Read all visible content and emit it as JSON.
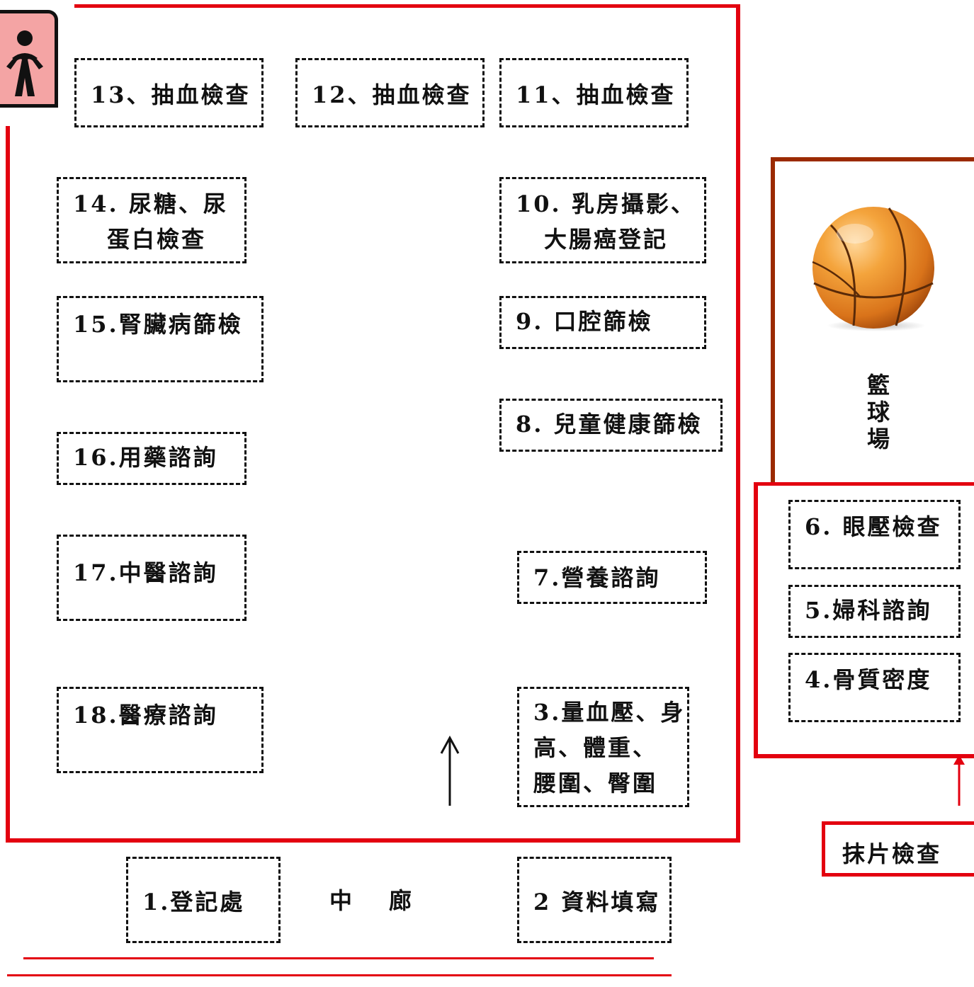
{
  "colors": {
    "wall": "#e3000f",
    "court_wall": "#9b2a00",
    "dashed": "#111111",
    "icon_bg": "#f4a4a4"
  },
  "icons": {
    "restroom": "restroom-icon",
    "basketball": "basketball-icon",
    "arrow": "arrow-up-icon"
  },
  "stations": {
    "s13": "13、抽血檢查",
    "s12": "12、抽血檢查",
    "s11": "11、抽血檢查",
    "s14": [
      "14. 尿糖、尿",
      "蛋白檢查"
    ],
    "s10": [
      "10. 乳房攝影、",
      "大腸癌登記"
    ],
    "s15": "15.腎臟病篩檢",
    "s9": "9. 口腔篩檢",
    "s8": "8. 兒童健康篩檢",
    "s16": "16.用藥諮詢",
    "s17": "17.中醫諮詢",
    "s7": "7.營養諮詢",
    "s18": "18.醫療諮詢",
    "s3": [
      "3.量血壓、身",
      "高、體重、",
      "腰圍、臀圍"
    ],
    "s6": "6. 眼壓檢查",
    "s5": "5.婦科諮詢",
    "s4": "4.骨質密度",
    "s1": "1.登記處",
    "s2": "2 資料填寫"
  },
  "labels": {
    "basketball_court": [
      "籃",
      "球",
      "場"
    ],
    "corridor": "中　廊",
    "pap_smear": "抹片檢查"
  }
}
